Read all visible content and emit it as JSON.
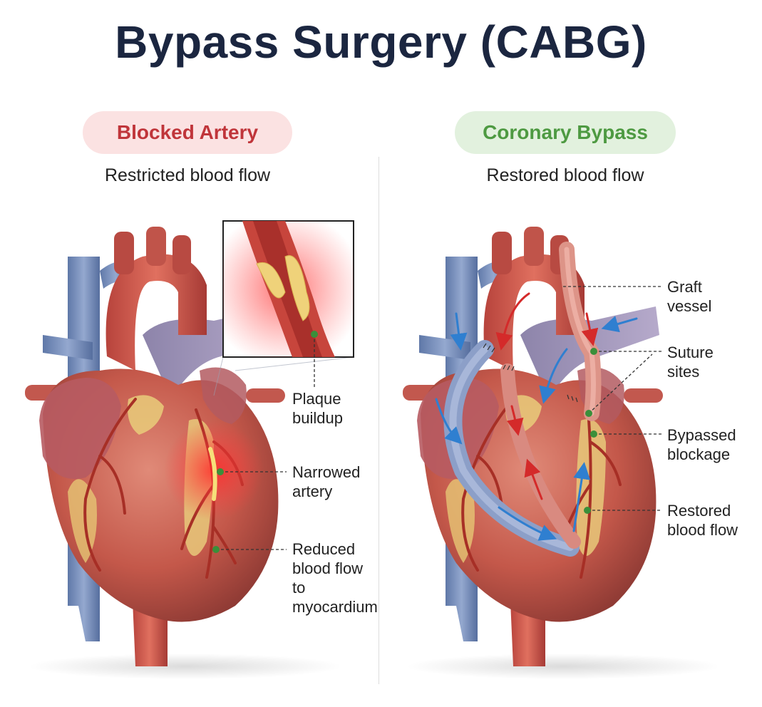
{
  "title": "Bypass Surgery (CABG)",
  "left": {
    "heading": "Blocked Artery",
    "subheading": "Restricted blood flow",
    "labels": {
      "plaque": "Plaque\nbuildup",
      "narrowed": "Narrowed\nartery",
      "reduced": "Reduced\nblood flow\nto\nmyocardium"
    }
  },
  "right": {
    "heading": "Coronary Bypass",
    "subheading": "Restored blood flow",
    "labels": {
      "graft": "Graft\nvessel",
      "suture": "Suture\nsites",
      "bypassed": "Bypassed\nblockage",
      "restored": "Restored\nblood flow"
    }
  },
  "colors": {
    "title": "#1b2640",
    "blocked_accent": "#c0353a",
    "blocked_bg": "#fbe2e2",
    "bypass_accent": "#4e9a42",
    "bypass_bg": "#e2f1de",
    "marker_dot": "#3a8f3a"
  }
}
